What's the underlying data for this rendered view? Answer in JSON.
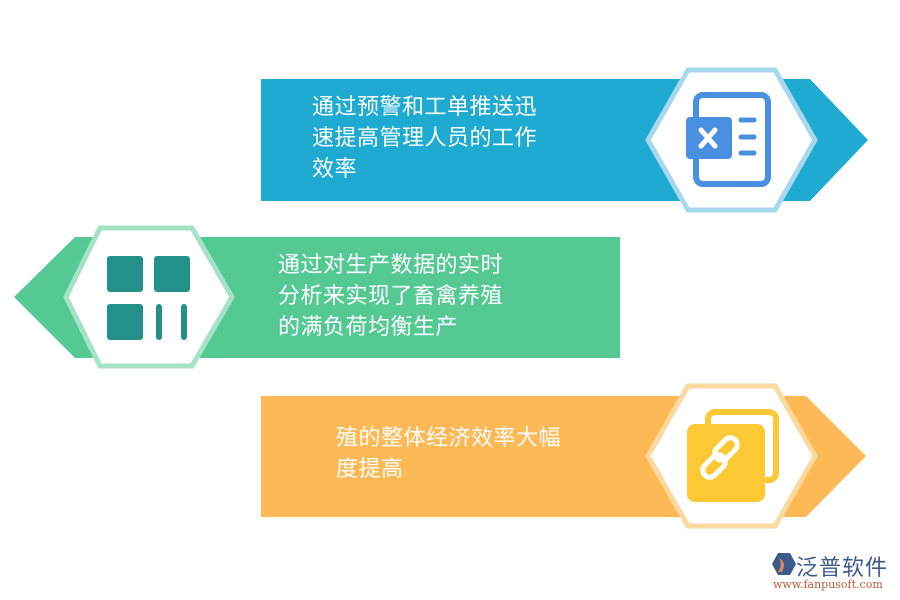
{
  "colors": {
    "blue": "#1faad2",
    "blue_border": "#a8d8ee",
    "blue_icon": "#4a90e2",
    "green": "#55c994",
    "green_border": "#a6e3c6",
    "green_icon": "#24908a",
    "orange": "#fdb955",
    "orange_border": "#fdd9a0",
    "orange_icon": "#fcc834"
  },
  "items": [
    {
      "text": "通过预警和工单推送迅\n速提高管理人员的工作\n效率",
      "icon": "document-excel-icon"
    },
    {
      "text": "通过对生产数据的实时\n分析来实现了畜禽养殖\n的满负荷均衡生产",
      "icon": "grid-dashboard-icon"
    },
    {
      "text": "殖的整体经济效率大幅\n度提高",
      "icon": "link-copy-icon"
    }
  ],
  "logo": {
    "name": "泛普软件",
    "url": "www.fanpusoft.com"
  }
}
